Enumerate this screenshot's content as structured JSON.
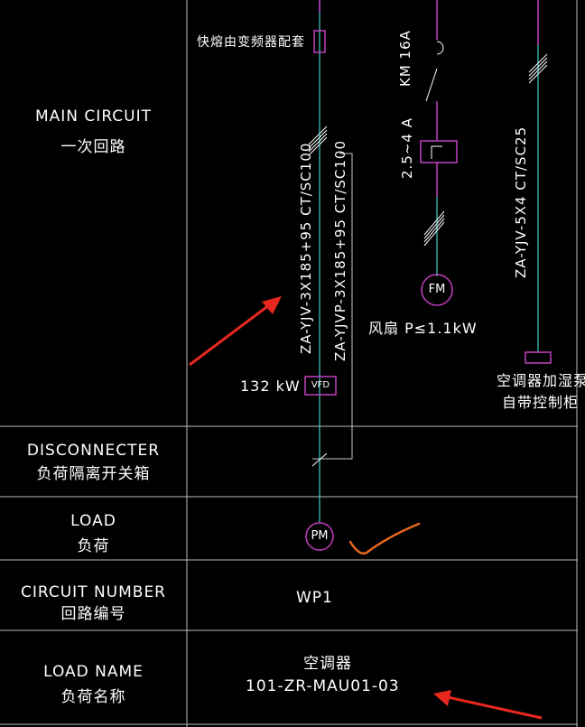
{
  "rows": [
    {
      "en": "MAIN CIRCUIT",
      "zh": "一次回路"
    },
    {
      "en": "DISCONNECTER",
      "zh": "负荷隔离开关箱"
    },
    {
      "en": "LOAD",
      "zh": "负荷"
    },
    {
      "en": "CIRCUIT NUMBER",
      "zh": "回路编号"
    },
    {
      "en": "LOAD NAME",
      "zh": "负荷名称"
    }
  ],
  "main_circuit": {
    "fuse_note": "快熔由变频器配套",
    "cable_1": "ZA-YJV-3X185+95  CT/SC100",
    "cable_2": "ZA-YJVP-3X185+95  CT/SC100",
    "power": "132 kW",
    "vfd": "VFD",
    "contactor": "KM 16A",
    "thermal": "2.5~4 A",
    "fan_motor": "FM",
    "fan_label": "风扇 P≤1.1kW",
    "cable_3": "ZA-YJV-5X4  CT/SC25",
    "humidifier_1": "空调器加湿泵",
    "humidifier_2": "自带控制柜"
  },
  "load_motor": "PM",
  "circuit_number": "WP1",
  "load_name": {
    "line1": "空调器",
    "line2": "101-ZR-MAU01-03"
  },
  "colors": {
    "bus": "#3fd0c8",
    "purple": "#c040c0",
    "line": "#c8c8c8",
    "arrow": "#e8281e",
    "check": "#e86a1c"
  }
}
